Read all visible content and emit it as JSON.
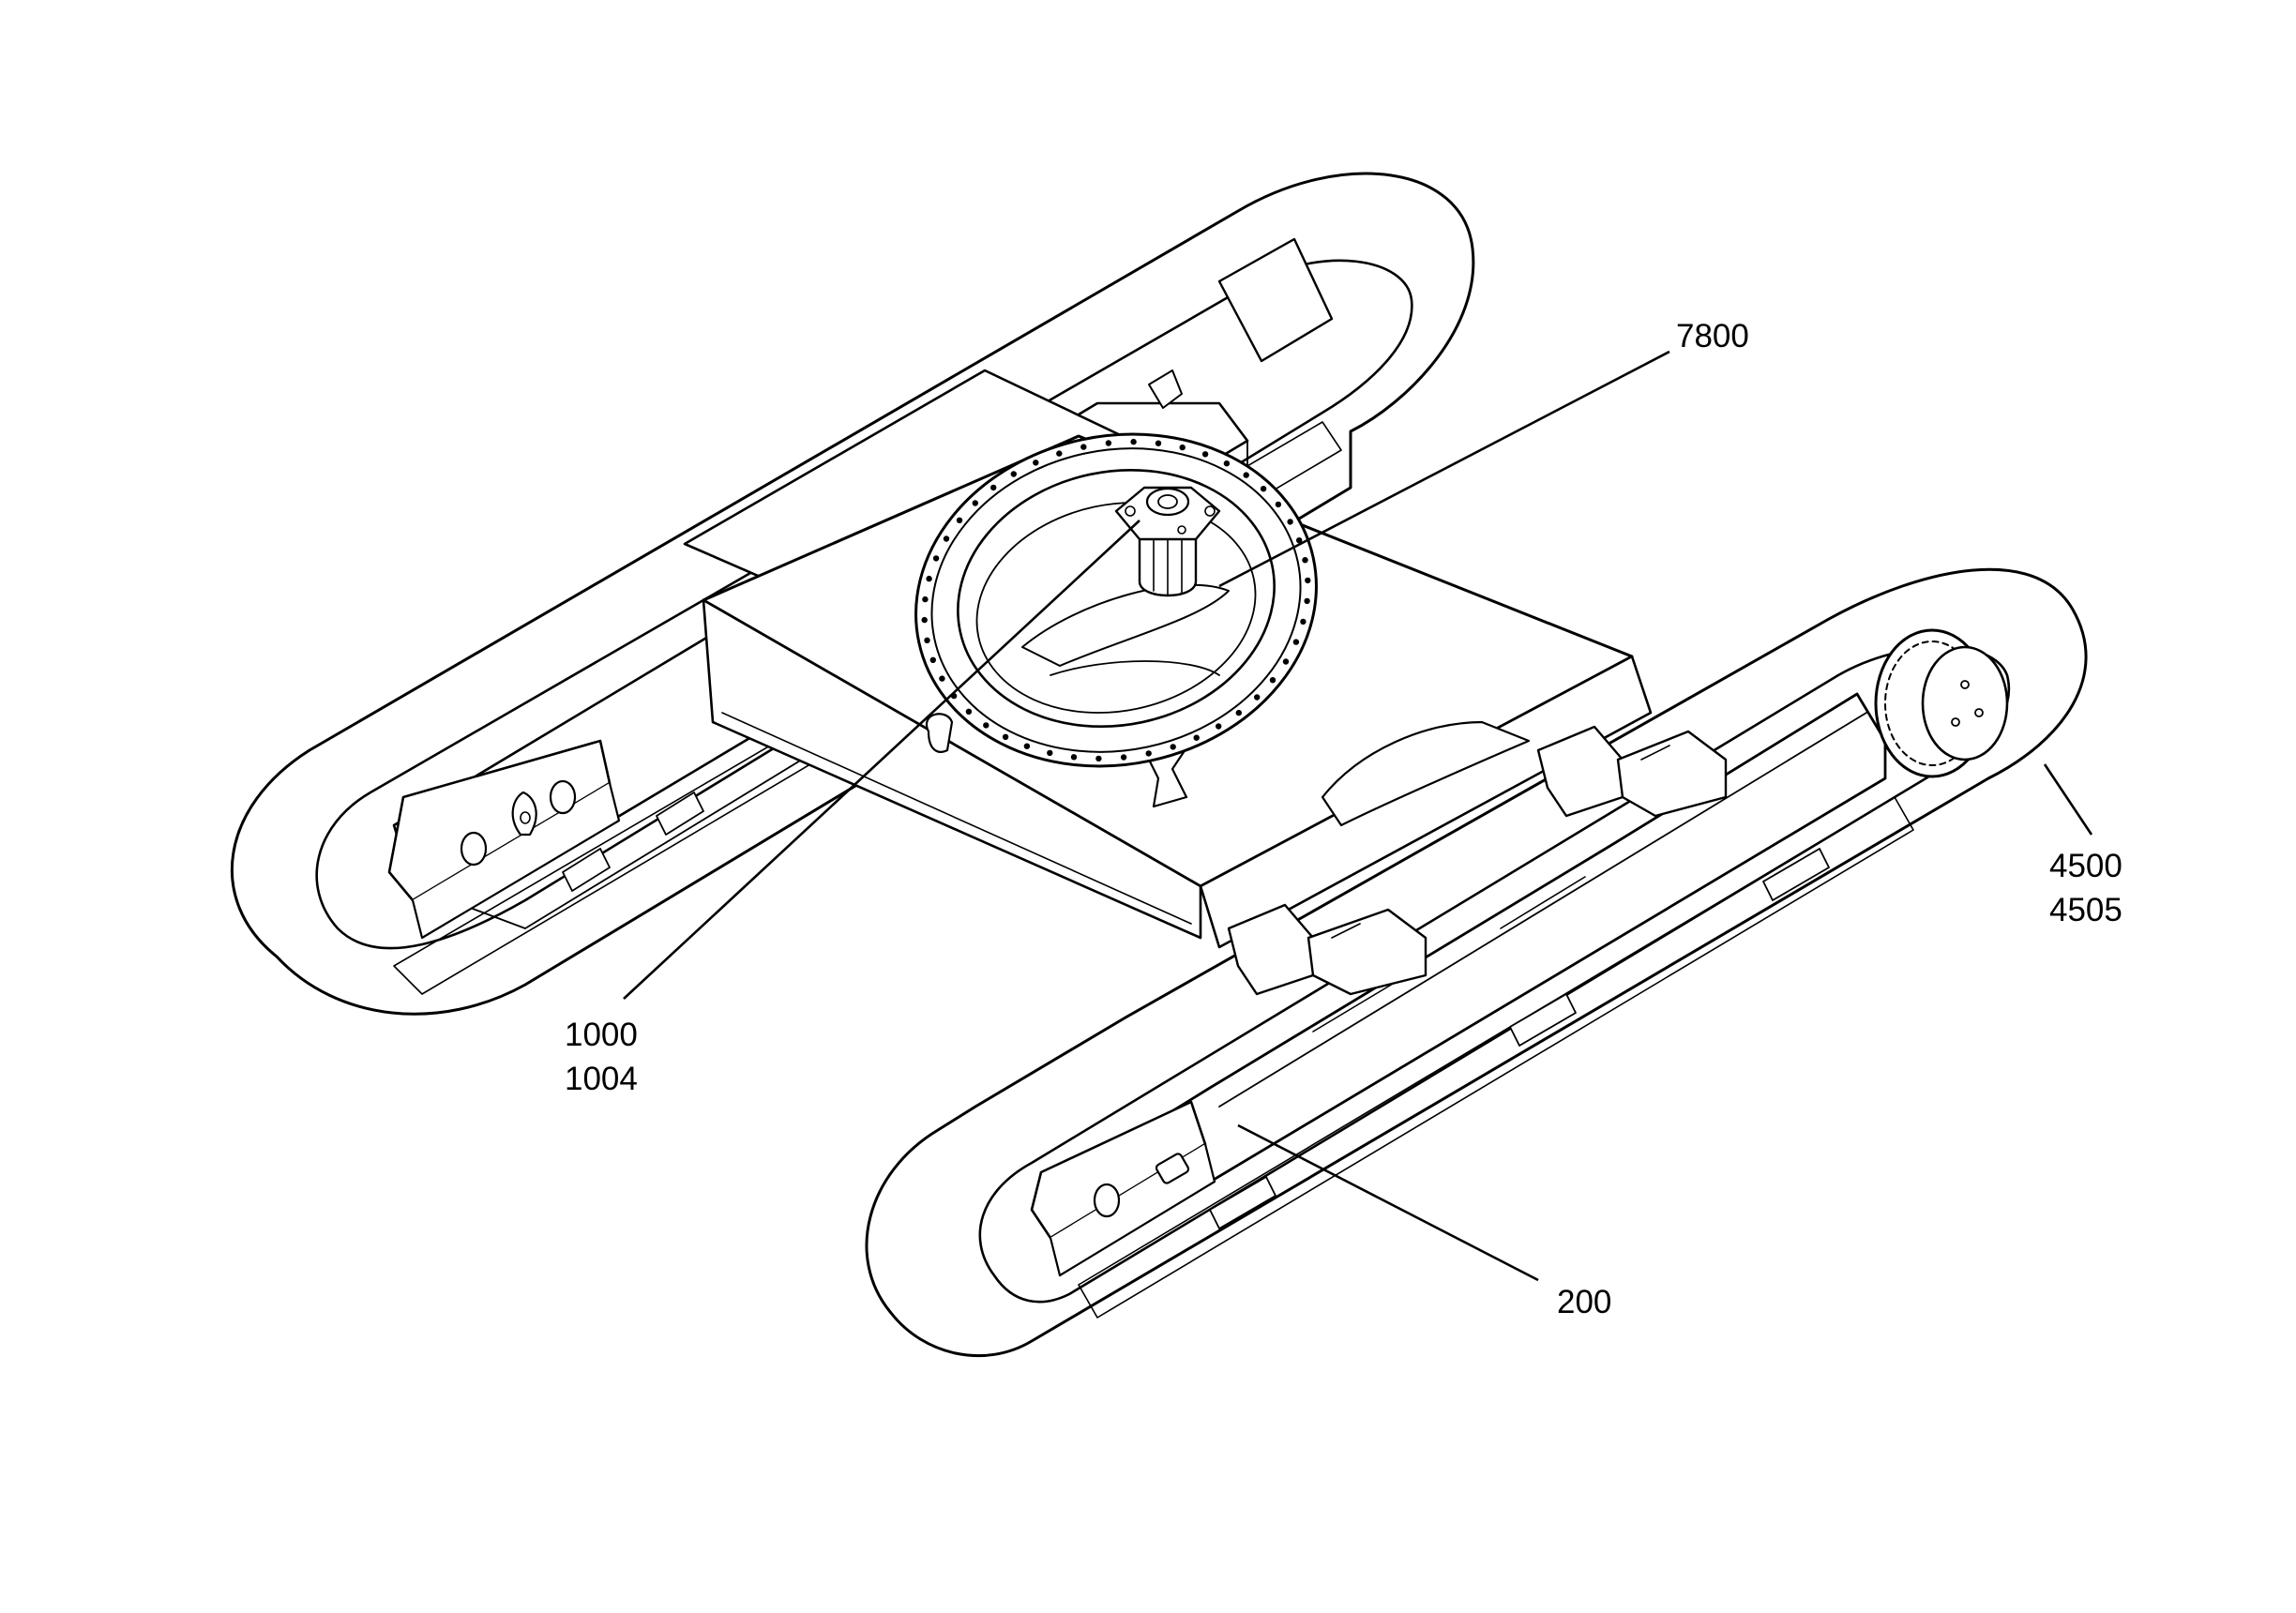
{
  "callouts": {
    "c7800": "7800",
    "c1000": "1000",
    "c1004": "1004",
    "c4500": "4500",
    "c4505": "4505",
    "c200": "200"
  }
}
